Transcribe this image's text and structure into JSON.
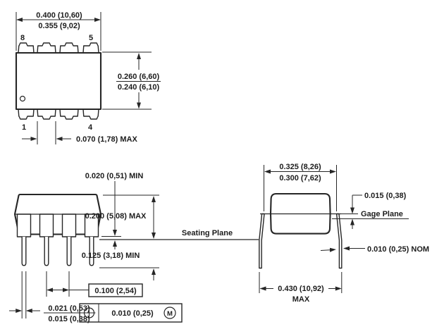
{
  "top_view": {
    "width_max": "0.400 (10,60)",
    "width_min": "0.355 (9,02)",
    "pin_top_left": "8",
    "pin_top_right": "5",
    "pin_bottom_left": "1",
    "pin_bottom_right": "4",
    "depth_max": "0.260 (6,60)",
    "depth_min": "0.240 (6,10)",
    "lead_shoulder_width": "0.070 (1,78) MAX"
  },
  "side_view": {
    "standoff": "0.020 (0,51) MIN",
    "body_height": "0.200 (5,08) MAX",
    "seating_plane": "Seating Plane",
    "lead_length": "0.125 (3,18) MIN",
    "lead_pitch": "0.100 (2,54)",
    "lead_width_max": "0.021 (0,53)",
    "lead_width_min": "0.015 (0,38)",
    "position_tolerance": "0.010 (0,25)",
    "material_modifier": "M"
  },
  "end_view": {
    "span_max": "0.325 (8,26)",
    "span_min": "0.300 (7,62)",
    "gage_offset": "0.015 (0,38)",
    "gage_plane": "Gage Plane",
    "lead_thickness": "0.010 (0,25) NOM",
    "row_spread": "0.430 (10,92)",
    "row_spread_qualifier": "MAX"
  },
  "colors": {
    "line": "#262626",
    "text": "#1c1c1c",
    "background": "#ffffff"
  }
}
